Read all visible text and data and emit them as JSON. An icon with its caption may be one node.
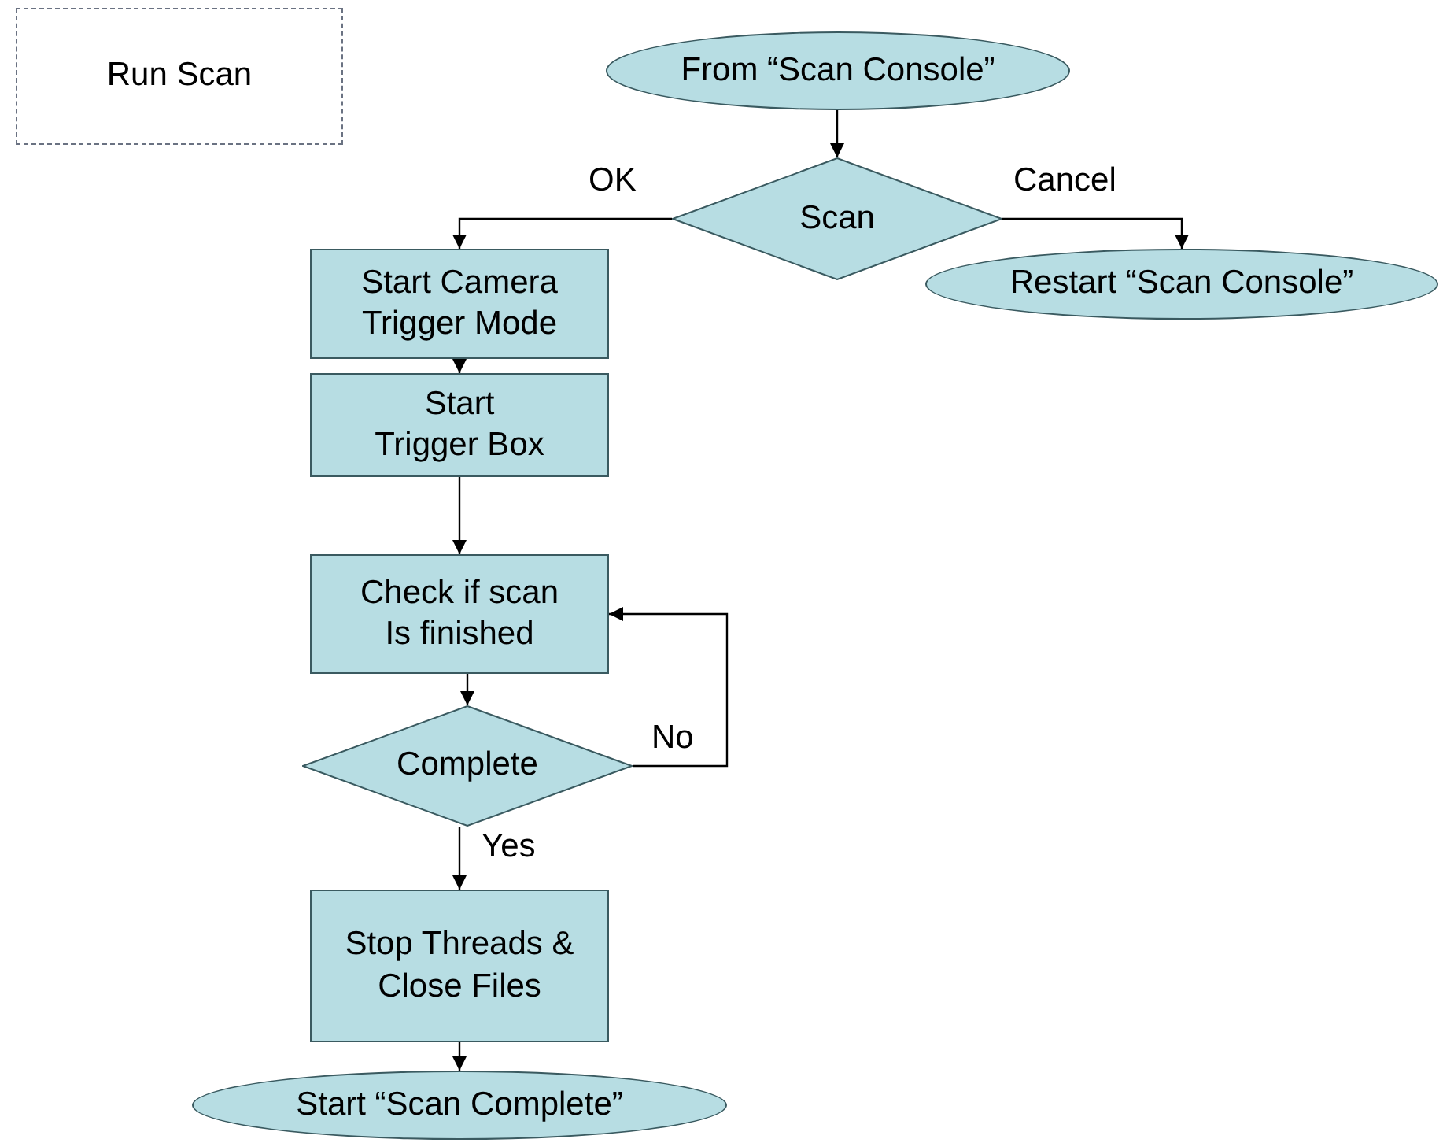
{
  "diagram": {
    "nodes": [
      {
        "text": [
          "Run Scan"
        ]
      },
      {
        "text": [
          "From “Scan Console”"
        ]
      },
      {
        "text": [
          "Scan"
        ]
      },
      {
        "text": [
          "Restart “Scan Console”"
        ]
      },
      {
        "text": [
          "Start Camera Trigger Mode"
        ]
      },
      {
        "text": [
          "Start Trigger Box"
        ]
      },
      {
        "text": [
          "Check if scan Is finished"
        ]
      },
      {
        "text": [
          "Complete"
        ]
      },
      {
        "text": [
          "Stop Threads & Close Files"
        ]
      },
      {
        "text": [
          "Start “Scan Complete”"
        ]
      }
    ],
    "edges": [
      {
        "from": 1,
        "to": 2,
        "arrow": "to"
      },
      {
        "from": 2,
        "to": 4,
        "arrow": "to",
        "label": "OK"
      },
      {
        "from": 2,
        "to": 3,
        "arrow": "to",
        "label": "Cancel"
      },
      {
        "from": 4,
        "to": 5,
        "arrow": "to"
      },
      {
        "from": 5,
        "to": 6,
        "arrow": "to"
      },
      {
        "from": 6,
        "to": 7,
        "arrow": "to"
      },
      {
        "from": 7,
        "to": 6,
        "arrow": "to",
        "label": "No"
      },
      {
        "from": 7,
        "to": 8,
        "arrow": "to",
        "label": "Yes"
      },
      {
        "from": 8,
        "to": 9,
        "arrow": "to"
      }
    ]
  }
}
